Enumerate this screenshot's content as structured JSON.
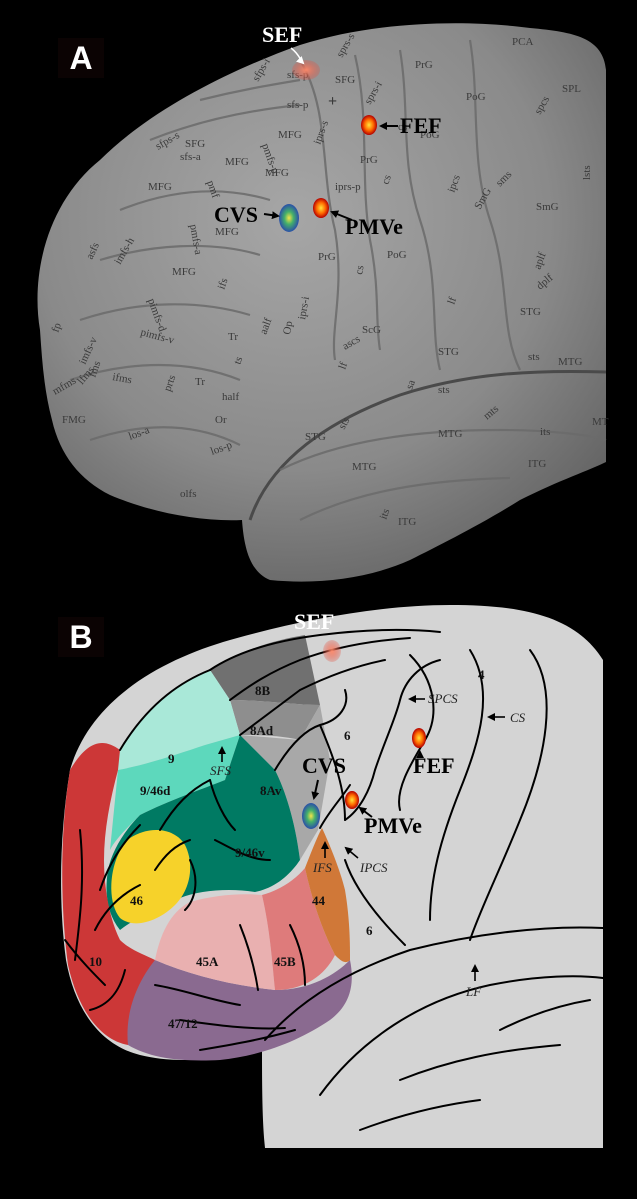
{
  "panel_a": {
    "letter": "A",
    "callouts": {
      "sef": "SEF",
      "fef": "FEF",
      "cvs": "CVS",
      "pmve": "PMVe"
    },
    "labels": [
      {
        "id": "sef-lab",
        "text": "sfs-p"
      },
      {
        "id": "sprs-s",
        "text": "sprs-s"
      },
      {
        "id": "pca",
        "text": "PCA"
      },
      {
        "id": "sfg1",
        "text": "SFG"
      },
      {
        "id": "prg1",
        "text": "PrG"
      },
      {
        "id": "sfps-i",
        "text": "sfps-i"
      },
      {
        "id": "sfs-p2",
        "text": "sfs-p"
      },
      {
        "id": "sprs-i",
        "text": "sprs-i"
      },
      {
        "id": "cs1",
        "text": "cs"
      },
      {
        "id": "pog1",
        "text": "PoG"
      },
      {
        "id": "spcs",
        "text": "spcs"
      },
      {
        "id": "spl",
        "text": "SPL"
      },
      {
        "id": "sfps-s",
        "text": "sfps-s"
      },
      {
        "id": "sfg2",
        "text": "SFG"
      },
      {
        "id": "sfs-a",
        "text": "sfs-a"
      },
      {
        "id": "mfg1",
        "text": "MFG"
      },
      {
        "id": "iprs-s",
        "text": "iprs-s"
      },
      {
        "id": "prg2",
        "text": "PrG"
      },
      {
        "id": "pog2",
        "text": "PoG"
      },
      {
        "id": "mfg2",
        "text": "MFG"
      },
      {
        "id": "pmfs-p",
        "text": "pmfs-p"
      },
      {
        "id": "iprs-p",
        "text": "iprs-p"
      },
      {
        "id": "cs2",
        "text": "cs"
      },
      {
        "id": "ipcs",
        "text": "ipcs"
      },
      {
        "id": "sms",
        "text": "sms"
      },
      {
        "id": "smg1",
        "text": "SmG"
      },
      {
        "id": "smg2",
        "text": "SmG"
      },
      {
        "id": "lsts",
        "text": "lsts"
      },
      {
        "id": "mfg3",
        "text": "MFG"
      },
      {
        "id": "pmf",
        "text": "pmf"
      },
      {
        "id": "mfg4",
        "text": "MFG"
      },
      {
        "id": "mfg5",
        "text": "MFG"
      },
      {
        "id": "asfs",
        "text": "asfs"
      },
      {
        "id": "imfs-h",
        "text": "imfs-h"
      },
      {
        "id": "pmfs-a",
        "text": "pmfs-a"
      },
      {
        "id": "prg3",
        "text": "PrG"
      },
      {
        "id": "cs3",
        "text": "cs"
      },
      {
        "id": "pog3",
        "text": "PoG"
      },
      {
        "id": "aplf",
        "text": "aplf"
      },
      {
        "id": "dplf",
        "text": "dplf"
      },
      {
        "id": "pimfs-d",
        "text": "pimfs-d"
      },
      {
        "id": "mfg6",
        "text": "MFG"
      },
      {
        "id": "ifs",
        "text": "ifs"
      },
      {
        "id": "iprs-i",
        "text": "iprs-i"
      },
      {
        "id": "op",
        "text": "Op"
      },
      {
        "id": "lf1",
        "text": "lf"
      },
      {
        "id": "stg1",
        "text": "STG"
      },
      {
        "id": "fp",
        "text": "fp"
      },
      {
        "id": "imfs-v",
        "text": "imfs-v"
      },
      {
        "id": "pimfs-v",
        "text": "pimfs-v"
      },
      {
        "id": "tr1",
        "text": "Tr"
      },
      {
        "id": "aalf",
        "text": "aalf"
      },
      {
        "id": "scg",
        "text": "ScG"
      },
      {
        "id": "ascs",
        "text": "ascs"
      },
      {
        "id": "ts1",
        "text": "ts"
      },
      {
        "id": "stg2",
        "text": "STG"
      },
      {
        "id": "sts1",
        "text": "sts"
      },
      {
        "id": "mtg1",
        "text": "MTG"
      },
      {
        "id": "fms",
        "text": "fms"
      },
      {
        "id": "ifms",
        "text": "ifms"
      },
      {
        "id": "prts",
        "text": "prts"
      },
      {
        "id": "tr2",
        "text": "Tr"
      },
      {
        "id": "ts2",
        "text": "ts"
      },
      {
        "id": "lf2",
        "text": "lf"
      },
      {
        "id": "sa",
        "text": "sa"
      },
      {
        "id": "sts2",
        "text": "sts"
      },
      {
        "id": "mfms",
        "text": "mfms"
      },
      {
        "id": "lfms",
        "text": "lfms"
      },
      {
        "id": "fmg",
        "text": "FMG"
      },
      {
        "id": "half",
        "text": "half"
      },
      {
        "id": "or",
        "text": "Or"
      },
      {
        "id": "mts",
        "text": "mts"
      },
      {
        "id": "its1",
        "text": "its"
      },
      {
        "id": "mt",
        "text": "MT"
      },
      {
        "id": "los-a",
        "text": "los-a"
      },
      {
        "id": "los-p",
        "text": "los-p"
      },
      {
        "id": "stg3",
        "text": "STG"
      },
      {
        "id": "sts3",
        "text": "sts"
      },
      {
        "id": "mtg2",
        "text": "MTG"
      },
      {
        "id": "mtg3",
        "text": "MTG"
      },
      {
        "id": "itg1",
        "text": "ITG"
      },
      {
        "id": "olfs",
        "text": "olfs"
      },
      {
        "id": "its2",
        "text": "its"
      },
      {
        "id": "itg2",
        "text": "ITG"
      },
      {
        "id": "plus",
        "text": "+"
      }
    ]
  },
  "panel_b": {
    "letter": "B",
    "callouts": {
      "sef": "SEF",
      "fef": "FEF",
      "cvs": "CVS",
      "pmve": "PMVe"
    },
    "areas": {
      "a4": "4",
      "a8b": "8B",
      "a8ad": "8Ad",
      "a6u": "6",
      "a9": "9",
      "a946d": "9/46d",
      "a8av": "8Av",
      "a946v": "9/46v",
      "a46": "46",
      "a44": "44",
      "a6l": "6",
      "a10": "10",
      "a45a": "45A",
      "a45b": "45B",
      "a4712": "47/12"
    },
    "sulci": {
      "spcs": "SPCS",
      "cs": "CS",
      "sfs": "SFS",
      "ifs": "IFS",
      "ipcs": "IPCS",
      "lf": "LF"
    }
  },
  "colors": {
    "area_9": "#a9e8d8",
    "area_946d": "#5dd8bc",
    "area_946v": "#007a63",
    "area_46": "#f6d22a",
    "area_10": "#cc3737",
    "area_4712": "#8a6a90",
    "area_45a": "#e9b0b0",
    "area_45b": "#de7b7b",
    "area_44": "#d07838",
    "area_8b": "#707070",
    "area_8ad": "#8e8e8e",
    "area_8av": "#a8a8a8",
    "cortex": "#d4d4d4"
  }
}
